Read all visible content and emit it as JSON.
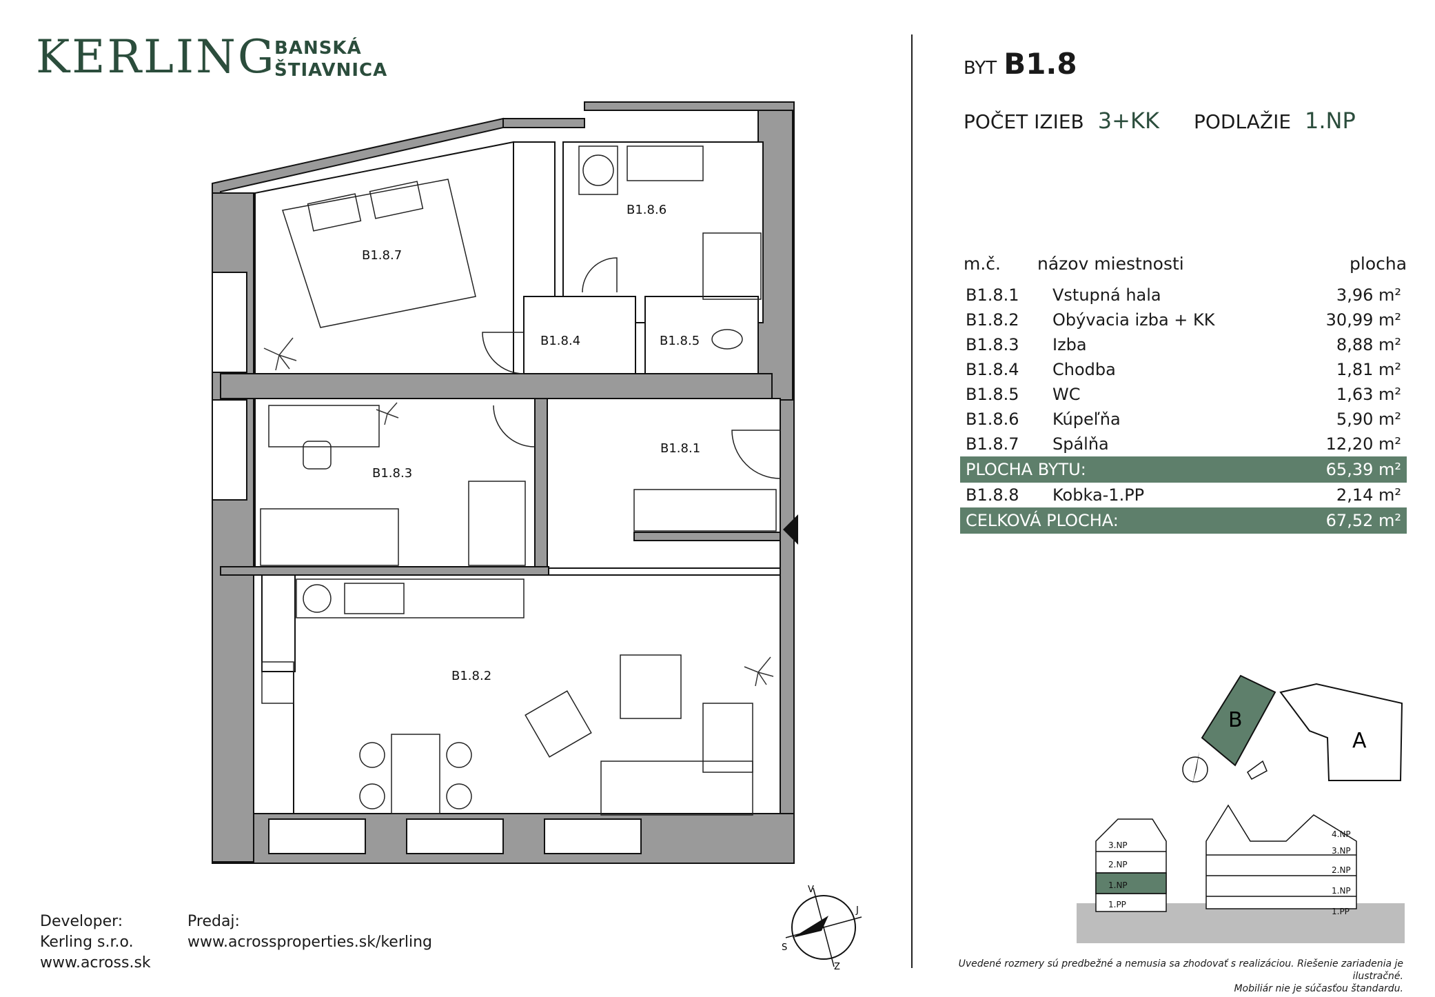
{
  "brand": {
    "name": "KERLING",
    "location_line1": "BANSKÁ",
    "location_line2": "ŠTIAVNICA"
  },
  "unit": {
    "label": "BYT",
    "code": "B1.8",
    "rooms_label": "POČET IZIEB",
    "rooms_value": "3+KK",
    "floor_label": "PODLAŽIE",
    "floor_value": "1.NP"
  },
  "table": {
    "headers": {
      "id": "m.č.",
      "name": "názov miestnosti",
      "area": "plocha"
    },
    "rows": [
      {
        "id": "B1.8.1",
        "name": "Vstupná hala",
        "area": "3,96 m²"
      },
      {
        "id": "B1.8.2",
        "name": "Obývacia izba + KK",
        "area": "30,99 m²"
      },
      {
        "id": "B1.8.3",
        "name": "Izba",
        "area": "8,88 m²"
      },
      {
        "id": "B1.8.4",
        "name": "Chodba",
        "area": "1,81 m²"
      },
      {
        "id": "B1.8.5",
        "name": "WC",
        "area": "1,63 m²"
      },
      {
        "id": "B1.8.6",
        "name": "Kúpeľňa",
        "area": "5,90 m²"
      },
      {
        "id": "B1.8.7",
        "name": "Spálňa",
        "area": "12,20 m²"
      }
    ],
    "subtotal": {
      "label": "PLOCHA BYTU:",
      "area": "65,39 m²"
    },
    "extra": {
      "id": "B1.8.8",
      "name": "Kobka-1.PP",
      "area": "2,14 m²"
    },
    "total": {
      "label": "CELKOVÁ PLOCHA:",
      "area": "67,52 m²"
    }
  },
  "plan_labels": {
    "r1": "B1.8.1",
    "r2": "B1.8.2",
    "r3": "B1.8.3",
    "r4": "B1.8.4",
    "r5": "B1.8.5",
    "r6": "B1.8.6",
    "r7": "B1.8.7"
  },
  "site": {
    "block_b": "B",
    "block_a": "A"
  },
  "floors": {
    "left": [
      "3.NP",
      "2.NP",
      "1.NP",
      "1.PP"
    ],
    "right": [
      "4.NP",
      "3.NP",
      "2.NP",
      "1.NP",
      "1.PP"
    ]
  },
  "compass": {
    "s": "S",
    "j": "J",
    "v": "V",
    "z": "Z"
  },
  "footer": {
    "dev_label": "Developer:",
    "dev_name": "Kerling s.r.o.",
    "dev_web": "www.across.sk",
    "sale_label": "Predaj:",
    "sale_web": "www.acrossproperties.sk/kerling",
    "disclaimer1": "Uvedené rozmery sú predbežné a nemusia sa zhodovať s realizáciou. Riešenie zariadenia je ilustračné.",
    "disclaimer2": "Mobiliár nie je súčasťou štandardu."
  },
  "colors": {
    "brand_green": "#2b4d3c",
    "table_highlight": "#5e7f6b",
    "wall": "#9a9a9a"
  }
}
